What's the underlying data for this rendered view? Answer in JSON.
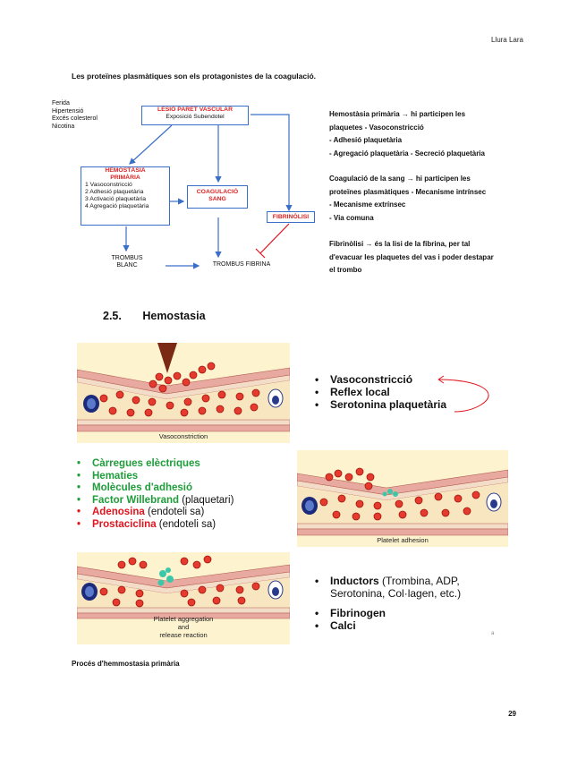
{
  "header": {
    "author": "Llura Lara"
  },
  "intro": "Les proteïnes plasmàtiques son els protagonistes de la coagulació.",
  "diagram": {
    "causes": [
      "Ferida",
      "Hipertensió",
      "Excés colesterol",
      "Nicotina"
    ],
    "lesion": {
      "line1": "LESIÓ PARET VASCULAR",
      "line2": "Exposició Subendotel"
    },
    "hemostasia": {
      "title1": "HEMOSTÀSIA",
      "title2": "PRIMÀRIA",
      "steps": [
        "1   Vasoconstricció",
        "2   Adhesió plaquetària",
        "3   Activació plaquetària",
        "4   Agregació plaquetària"
      ]
    },
    "coagulacio": {
      "line1": "COAGULACIÓ",
      "line2": "SANG"
    },
    "fibrinolisi": "FIBRINÒLISI",
    "trombus_blanc": {
      "line1": "TROMBUS",
      "line2": "BLANC"
    },
    "trombus_fibrina": "TROMBUS FIBRINA"
  },
  "notes": {
    "para1": [
      "Hemostàsia primària → hi participen les",
      "plaquetes - Vasoconstricció",
      "- Adhesió plaquetària",
      "- Agregació plaquetària - Secreció plaquetària"
    ],
    "para2": [
      "Coagulació de la sang → hi participen les",
      "proteïnes plasmàtiques - Mecanisme intrínsec",
      "- Mecanisme extrínsec",
      "- Via comuna"
    ],
    "para3": [
      "Fibrinòlisi → és la lisi de la fibrina, per tal",
      "d'evacuar les plaquetes del vas i poder destapar",
      "el trombo"
    ]
  },
  "section": {
    "number": "2.5.",
    "title": "Hemostasia"
  },
  "panels": {
    "vaso": "Vasoconstriction",
    "adhesion": "Platelet adhesion",
    "aggregation": [
      "Platelet aggregation",
      "and",
      "release reaction"
    ]
  },
  "list1": [
    "Vasoconstricció",
    "Reflex local",
    "Serotonina plaquetària"
  ],
  "list2": [
    {
      "text": "Càrregues elèctriques",
      "note": ""
    },
    {
      "text": "Hematies",
      "note": ""
    },
    {
      "text": "Molècules d'adhesió",
      "note": ""
    },
    {
      "text": "Factor Willebrand",
      "note": " (plaquetari)"
    },
    {
      "text": "Adenosina",
      "note": " (endoteli sa)"
    },
    {
      "text": "Prostaciclina",
      "note": " (endoteli sa)"
    }
  ],
  "list3": {
    "inductors": "Inductors",
    "inductors_note": " (Trombina, ADP,",
    "inductors_note2": "Serotonina, Col·lagen, etc.)",
    "fibrinogen": "Fibrinogen",
    "calci": "Calci"
  },
  "small_mark": "a",
  "caption": "Procés d'hemmostasia primària",
  "page_number": "29",
  "colors": {
    "green": "#1f9d3a",
    "red": "#e0141e",
    "box_border": "#3a6fc9",
    "panel_bg": "#fdf3cf"
  }
}
